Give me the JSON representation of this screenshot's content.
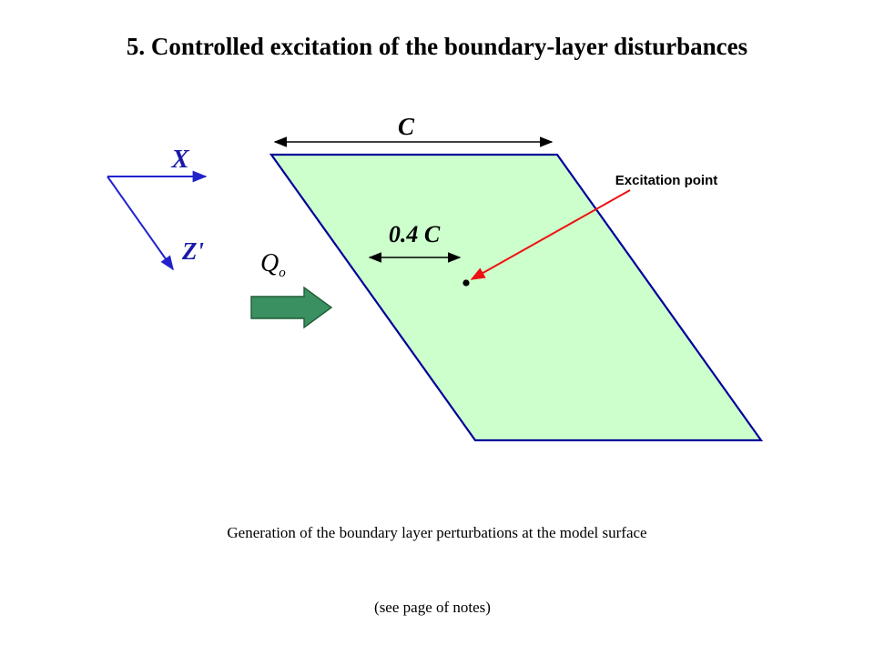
{
  "slide": {
    "title": "5. Controlled excitation of the boundary-layer disturbances",
    "caption": "Generation of the boundary layer perturbations at the model surface",
    "notes": "(see page of notes)"
  },
  "diagram": {
    "chord_label": "C",
    "offset_label": "0.4 C",
    "excitation_label": "Excitation point",
    "axis_x_label": "X",
    "axis_z_label": "Z'",
    "flow_label_main": "Q",
    "flow_label_sub": "o",
    "colors": {
      "plate_fill": "#ccffcc",
      "plate_stroke": "#000099",
      "axis_color": "#2222cc",
      "axis_label_color": "#1a1aa6",
      "pointer_color": "#ee1111",
      "flow_arrow_fill": "#3a9060",
      "flow_arrow_stroke": "#1f5c38"
    }
  }
}
